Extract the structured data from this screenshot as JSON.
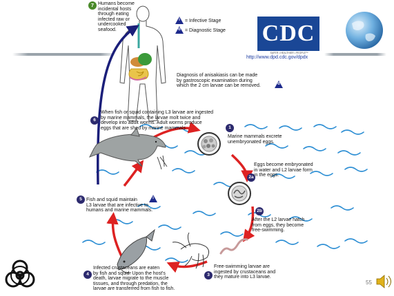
{
  "legend": {
    "infective": "= Infective Stage",
    "diagnostic": "= Diagnostic Stage",
    "infective_symbol": "i",
    "diagnostic_symbol": "d"
  },
  "cdc": {
    "logo_text": "CDC",
    "tagline": "SAFER • HEALTHIER • PEOPLE™",
    "url": "http://www.dpd.cdc.gov/dpdx",
    "logo_color": "#1a4796"
  },
  "steps": {
    "s7": {
      "num": "7",
      "text": [
        "Humans become",
        "incidental hosts",
        "through eating",
        "infected raw or",
        "undercooked",
        "seafood."
      ]
    },
    "diagnosis": {
      "text": [
        "Diagnosis of anisakiasis can be made",
        "by gastroscopic examination during",
        "which the 2 cm larvae can be removed."
      ]
    },
    "s6": {
      "num": "6",
      "text": [
        "When fish or squid containing L3 larvae are ingested",
        "by marine mammals, the larvae molt twice and",
        "develop into adult worms.  Adult worms produce",
        "eggs that are shed by marine mammals."
      ]
    },
    "s1": {
      "num": "1",
      "text": [
        "Marine mammals excrete",
        "unembryonated eggs."
      ]
    },
    "s2a": {
      "num": "2a",
      "text": [
        "Eggs become embryonated",
        "in water and L2 larvae form",
        "in the eggs."
      ]
    },
    "s2b": {
      "num": "2b",
      "text": [
        "After the L2 larvae hatch",
        "from eggs, they become",
        "free-swimming."
      ]
    },
    "s5": {
      "num": "5",
      "text": [
        "Fish and squid maintain",
        "L3 larvae that are infective to",
        "humans and marine mammals."
      ]
    },
    "s4": {
      "num": "4",
      "text": [
        "Infected crustaceans are eaten",
        "by fish and squid.  Upon the host's",
        "death, larvae migrate to the muscle",
        "tissues, and through predation, the",
        "larvae are transferred from fish to fish."
      ]
    },
    "s3": {
      "num": "3",
      "text": [
        "Free-swimming larvae are",
        "ingested by crustaceans and",
        "they mature into L3 larvae."
      ]
    }
  },
  "page_number": "55",
  "colors": {
    "cycle_arrow": "#dd2222",
    "human_arrow": "#1b1f7a",
    "water": "#2e8fd4",
    "badge": "#2c2a6e",
    "badge_green": "#4a8a2a",
    "infective_triangle": "#1d2a8c"
  },
  "icons": [
    "biohazard-icon",
    "speaker-icon",
    "globe-icon"
  ]
}
